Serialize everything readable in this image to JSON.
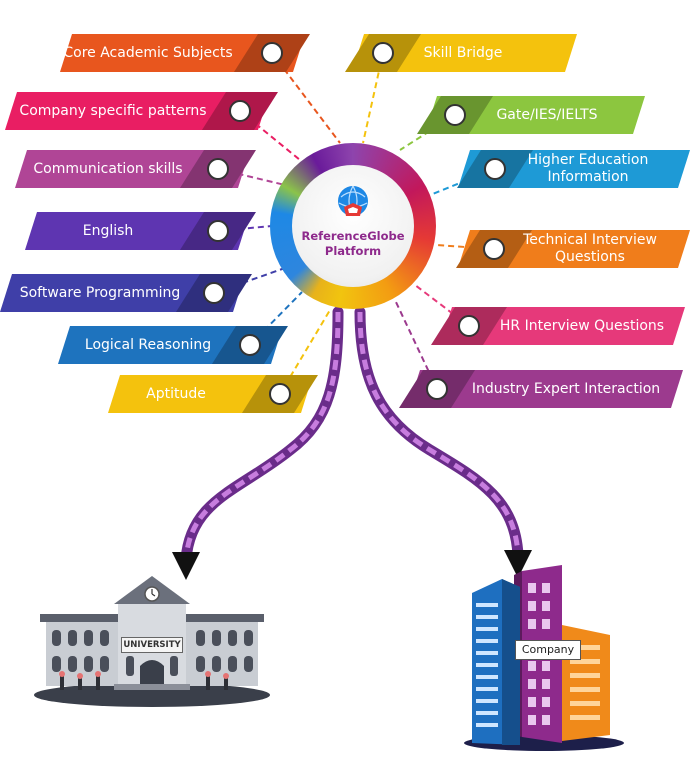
{
  "platform": {
    "title_line1": "ReferenceGlobe",
    "title_line2": "Platform"
  },
  "left_items": [
    {
      "label": "Core Academic Subjects",
      "color": "#e8561e",
      "icon": "circle-icon"
    },
    {
      "label": "Company specific patterns",
      "color": "#e91e63",
      "icon": "circle-icon"
    },
    {
      "label": "Communication skills",
      "color": "#b04596",
      "icon": "circle-icon"
    },
    {
      "label": "English",
      "color": "#5e35b1",
      "icon": "circle-icon"
    },
    {
      "label": "Software Programming",
      "color": "#3f3fa8",
      "icon": "circle-icon"
    },
    {
      "label": "Logical Reasoning",
      "color": "#1e73be",
      "icon": "circle-icon"
    },
    {
      "label": "Aptitude",
      "color": "#f4c20d",
      "icon": "circle-icon"
    }
  ],
  "right_items": [
    {
      "label": "Skill Bridge",
      "color": "#f4c20d",
      "icon": "circle-icon"
    },
    {
      "label": "Gate/IES/IELTS",
      "color": "#8cc63f",
      "icon": "circle-icon"
    },
    {
      "label": "Higher Education\nInformation",
      "color": "#1e9ad6",
      "icon": "circle-icon"
    },
    {
      "label": "Technical Interview\nQuestions",
      "color": "#f07d1b",
      "icon": "circle-icon"
    },
    {
      "label": "HR Interview Questions",
      "color": "#e6397a",
      "icon": "circle-icon"
    },
    {
      "label": "Industry Expert Interaction",
      "color": "#9c3a8e",
      "icon": "circle-icon"
    }
  ],
  "destinations": {
    "university_label": "UNIVERSITY",
    "company_label": "Company"
  }
}
